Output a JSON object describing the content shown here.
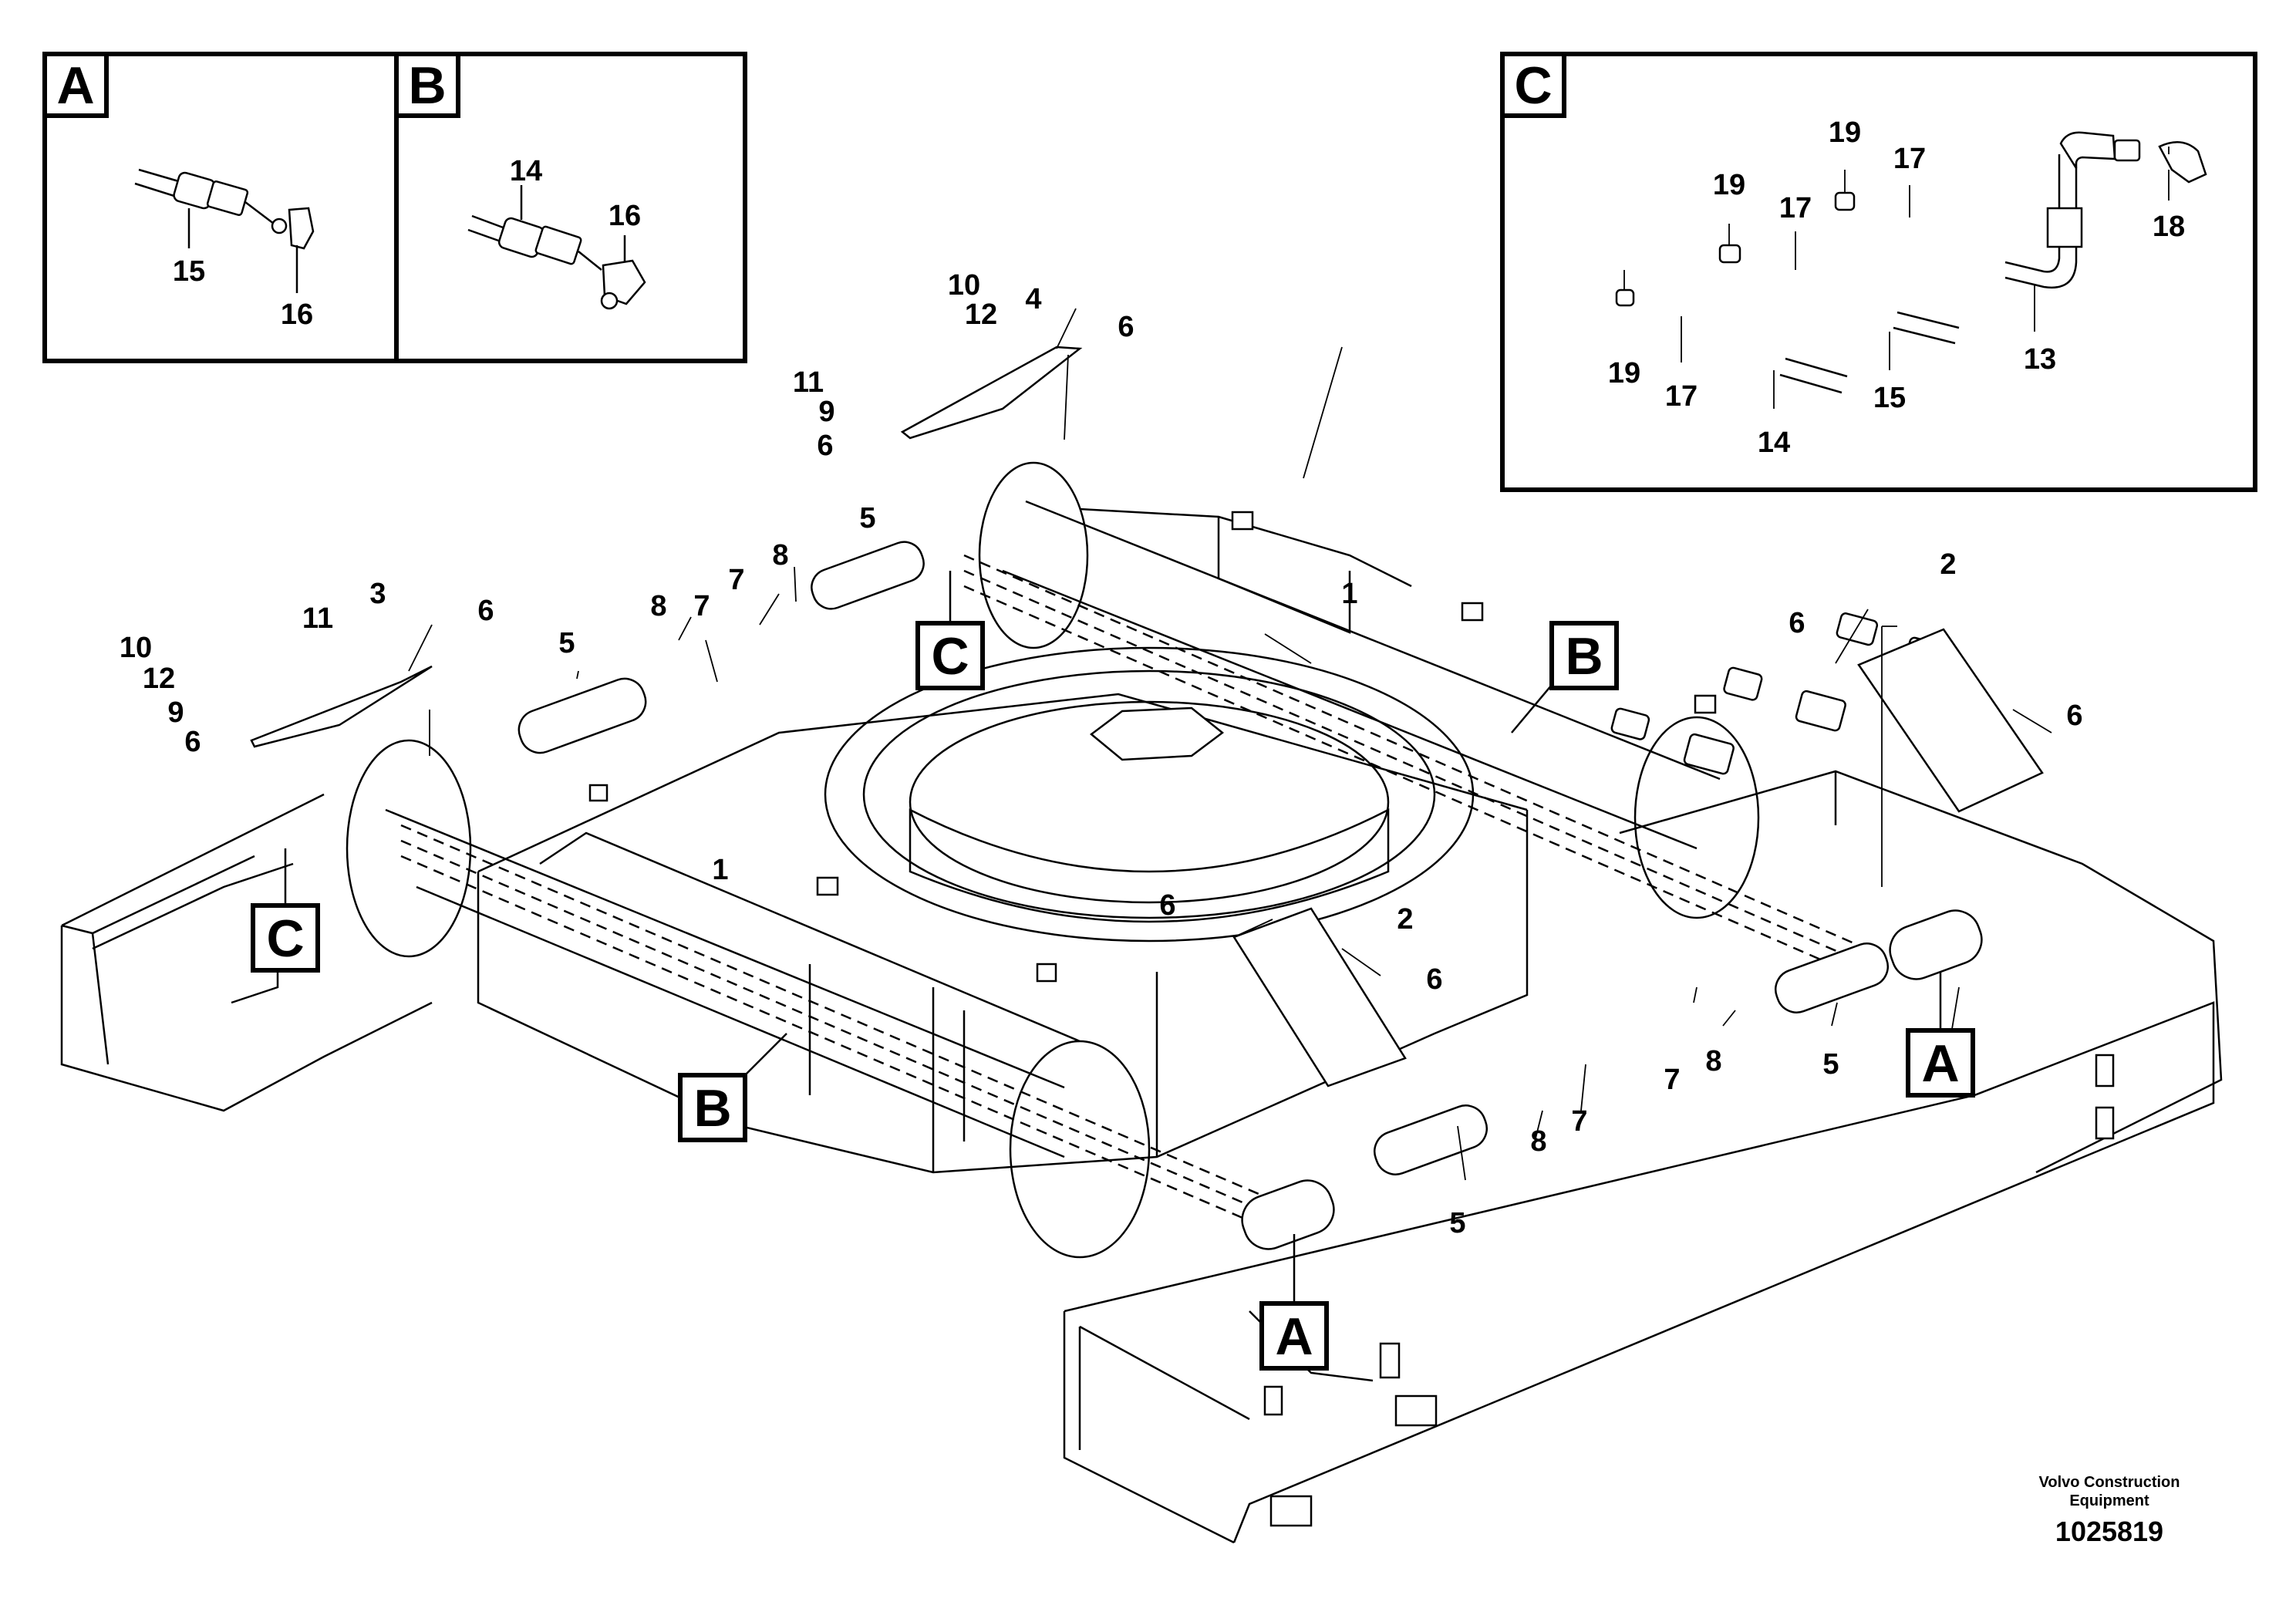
{
  "insets": [
    {
      "letter": "A",
      "parts": [
        "15",
        "16"
      ]
    },
    {
      "letter": "B",
      "parts": [
        "14",
        "16"
      ]
    },
    {
      "letter": "C",
      "parts": [
        "19",
        "17",
        "18",
        "19",
        "17",
        "19",
        "17",
        "15",
        "14",
        "13"
      ]
    }
  ],
  "callouts": {
    "top_C": "C",
    "top_B": "B",
    "left_C": "C",
    "mid_B": "B",
    "bottom_A": "A",
    "right_A": "A"
  },
  "labels": {
    "l1_top": "1",
    "l1_mid": "1",
    "l2_right": "2",
    "l2_mid": "2",
    "l3": "3",
    "l4": "4",
    "l5_a": "5",
    "l5_b": "5",
    "l5_c": "5",
    "l5_d": "5",
    "l6_a": "6",
    "l6_b": "6",
    "l6_c": "6",
    "l6_d": "6",
    "l6_e": "6",
    "l6_f": "6",
    "l6_g": "6",
    "l6_h": "6",
    "l7_a": "7",
    "l7_b": "7",
    "l7_c": "7",
    "l7_d": "7",
    "l8_a": "8",
    "l8_b": "8",
    "l8_c": "8",
    "l8_d": "8",
    "l9_a": "9",
    "l9_b": "9",
    "l10_a": "10",
    "l10_b": "10",
    "l11_a": "11",
    "l11_b": "11",
    "l12_a": "12",
    "l12_b": "12"
  },
  "footer": {
    "brand_line1": "Volvo Construction",
    "brand_line2": "Equipment",
    "doc_number": "1025819"
  }
}
